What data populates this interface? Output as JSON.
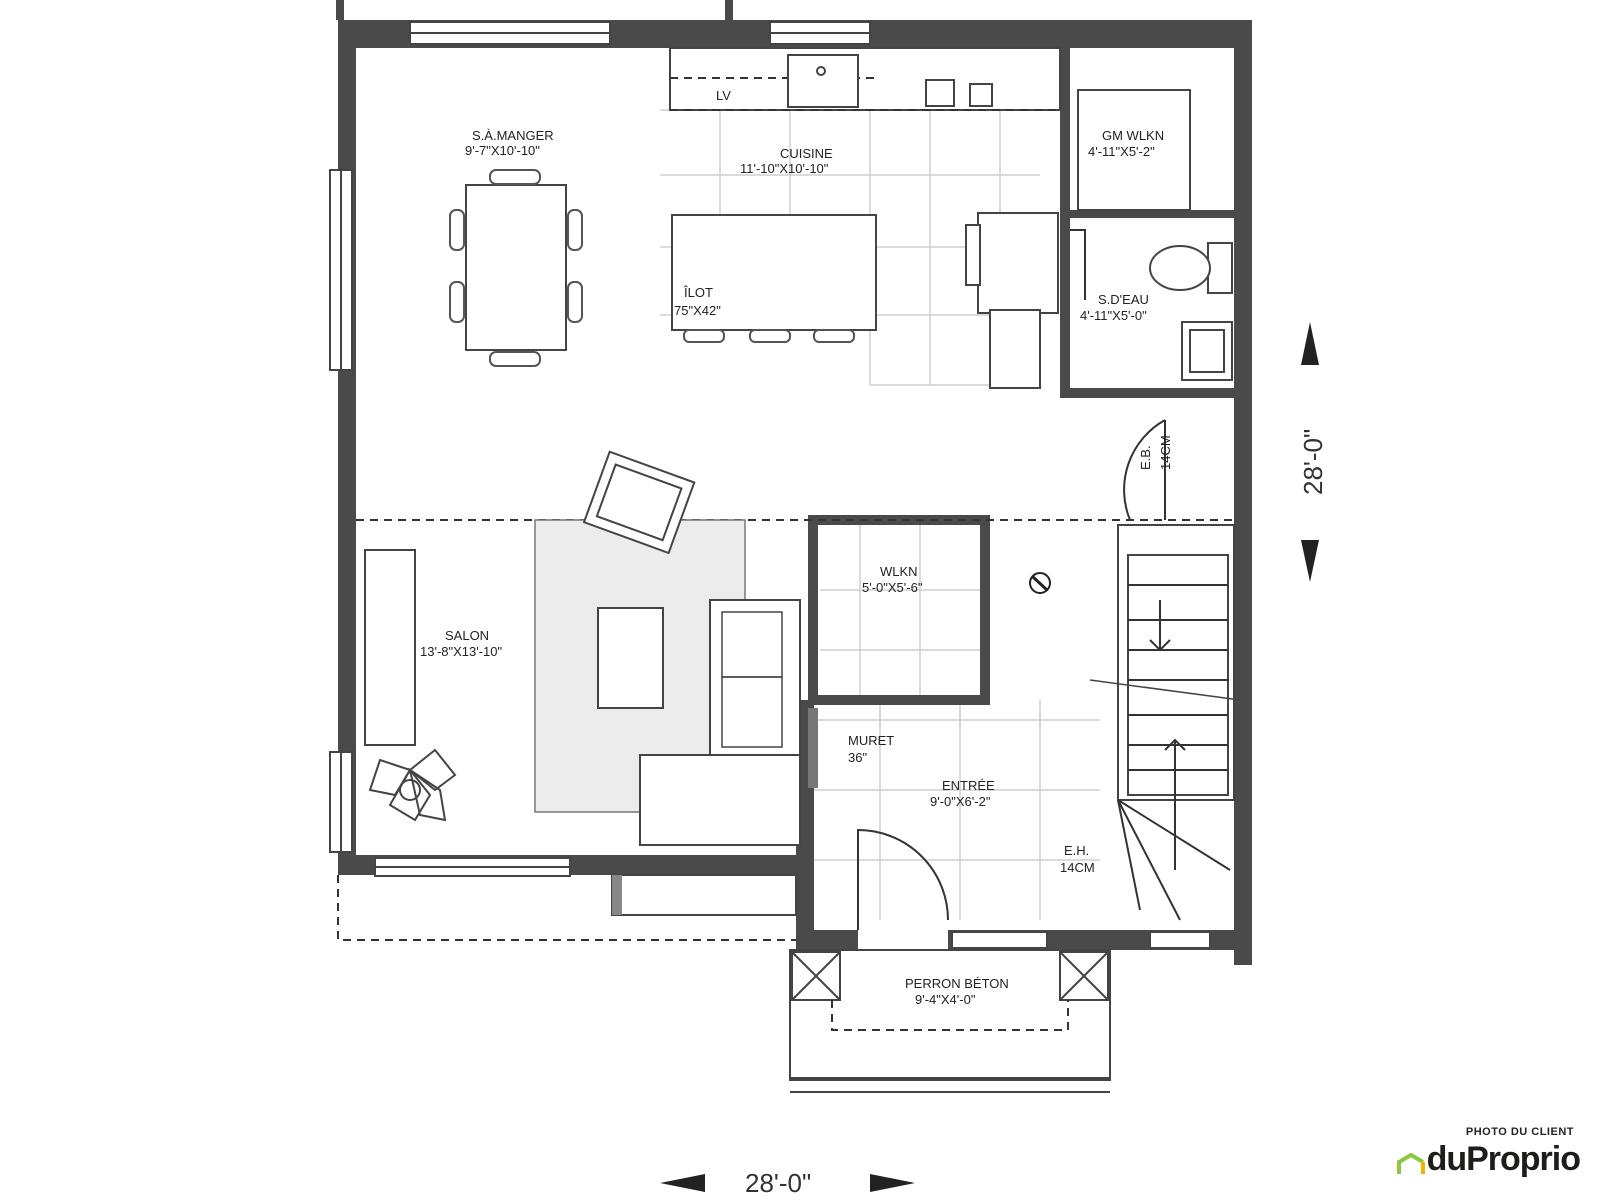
{
  "plan": {
    "rooms": [
      {
        "id": "dining",
        "name": "S.À.MANGER",
        "size": "9'-7\"X10'-10\""
      },
      {
        "id": "kitchen",
        "name": "CUISINE",
        "size": "11'-10\"X10'-10\""
      },
      {
        "id": "island",
        "name": "ÎLOT",
        "size": "75\"X42\""
      },
      {
        "id": "gm-walkin",
        "name": "GM WLKN",
        "size": "4'-11\"X5'-2\""
      },
      {
        "id": "powder",
        "name": "S.D'EAU",
        "size": "4'-11\"X5'-0\""
      },
      {
        "id": "walkin",
        "name": "WLKN",
        "size": "5'-0\"X5'-6\""
      },
      {
        "id": "living",
        "name": "SALON",
        "size": "13'-8\"X13'-10\""
      },
      {
        "id": "entry",
        "name": "ENTRÉE",
        "size": "9'-0\"X6'-2\""
      },
      {
        "id": "porch",
        "name": "PERRON BÉTON",
        "size": "9'-4\"X4'-0\""
      }
    ],
    "notes": {
      "lv": "LV",
      "muret_label": "MURET",
      "muret_height": "36\"",
      "eb_label": "E.B.",
      "eb_value": "14CM",
      "eh_label": "E.H.",
      "eh_value": "14CM"
    },
    "dimensions": {
      "width": "28'-0\"",
      "depth": "28'-0\""
    }
  },
  "logo": {
    "tagline": "PHOTO DU CLIENT",
    "name": "duProprio",
    "accent": "#8dc63f"
  }
}
